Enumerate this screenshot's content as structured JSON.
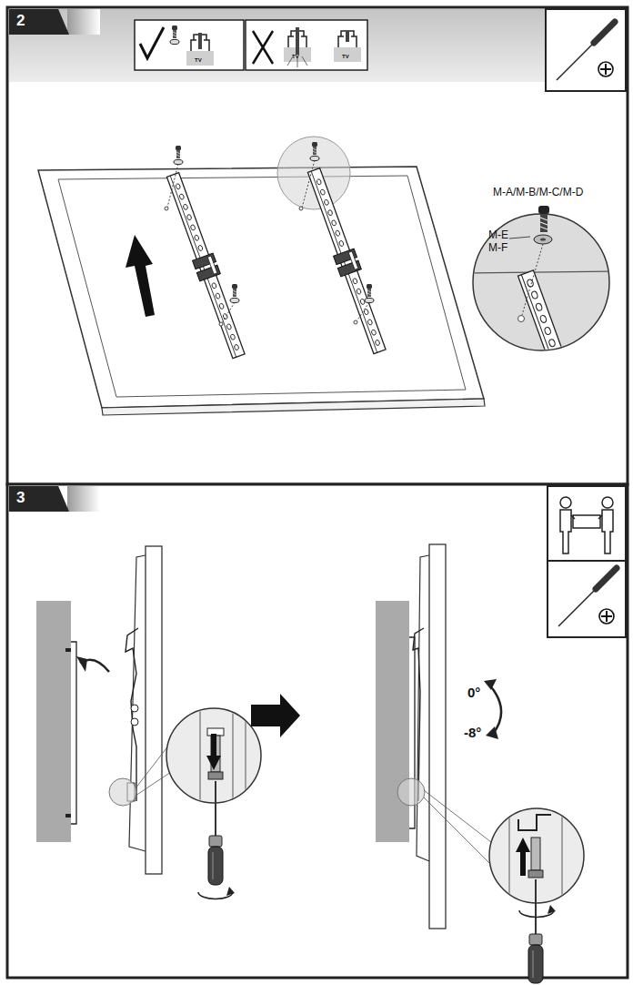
{
  "diagram": {
    "nodes": [
      {
        "text": [
          "2"
        ]
      },
      {
        "text": [
          "3"
        ]
      }
    ],
    "labels": [
      "TV",
      "TV",
      "TV",
      "M-A/M-B/M-C/M-D",
      "M-E",
      "M-F",
      "0°",
      "-8°"
    ]
  }
}
